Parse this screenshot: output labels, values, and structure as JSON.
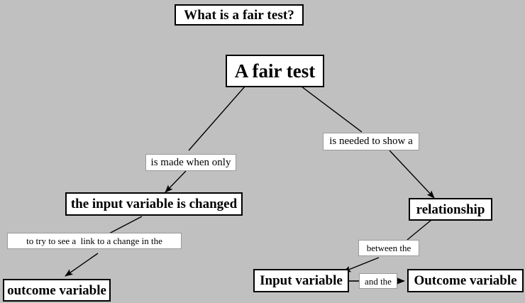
{
  "diagram": {
    "title": "What is a fair test?",
    "background_color": "#c0c0c0",
    "box_color": "#ffffff",
    "line_color": "#000000",
    "nodes": {
      "title": "What is a fair test?",
      "root": "A fair test",
      "left_branch_label": "is made when only",
      "right_branch_label": "is needed to show a",
      "input_variable_changed": "the input variable is changed",
      "relationship": "relationship",
      "try_to_see_link": "to try to see a  link to a change in the",
      "between_the": "between the",
      "outcome_variable_lower": "outcome variable",
      "input_variable": "Input variable",
      "and_the": "and the",
      "outcome_variable": "Outcome variable"
    },
    "edges": [
      {
        "from": "root",
        "to": "is made when only",
        "arrow": false
      },
      {
        "from": "is made when only",
        "to": "the input variable is changed",
        "arrow": true
      },
      {
        "from": "root",
        "to": "is needed to show a",
        "arrow": false
      },
      {
        "from": "is needed to show a",
        "to": "relationship",
        "arrow": true
      },
      {
        "from": "the input variable is changed",
        "to": "to try to see a  link to a change in the",
        "arrow": false
      },
      {
        "from": "to try to see a  link to a change in the",
        "to": "outcome variable",
        "arrow": true
      },
      {
        "from": "relationship",
        "to": "between the",
        "arrow": false
      },
      {
        "from": "between the",
        "to": "Input variable",
        "arrow": true
      },
      {
        "from": "Input variable",
        "to": "and the",
        "arrow": false
      },
      {
        "from": "and the",
        "to": "Outcome variable",
        "arrow": true
      }
    ]
  }
}
